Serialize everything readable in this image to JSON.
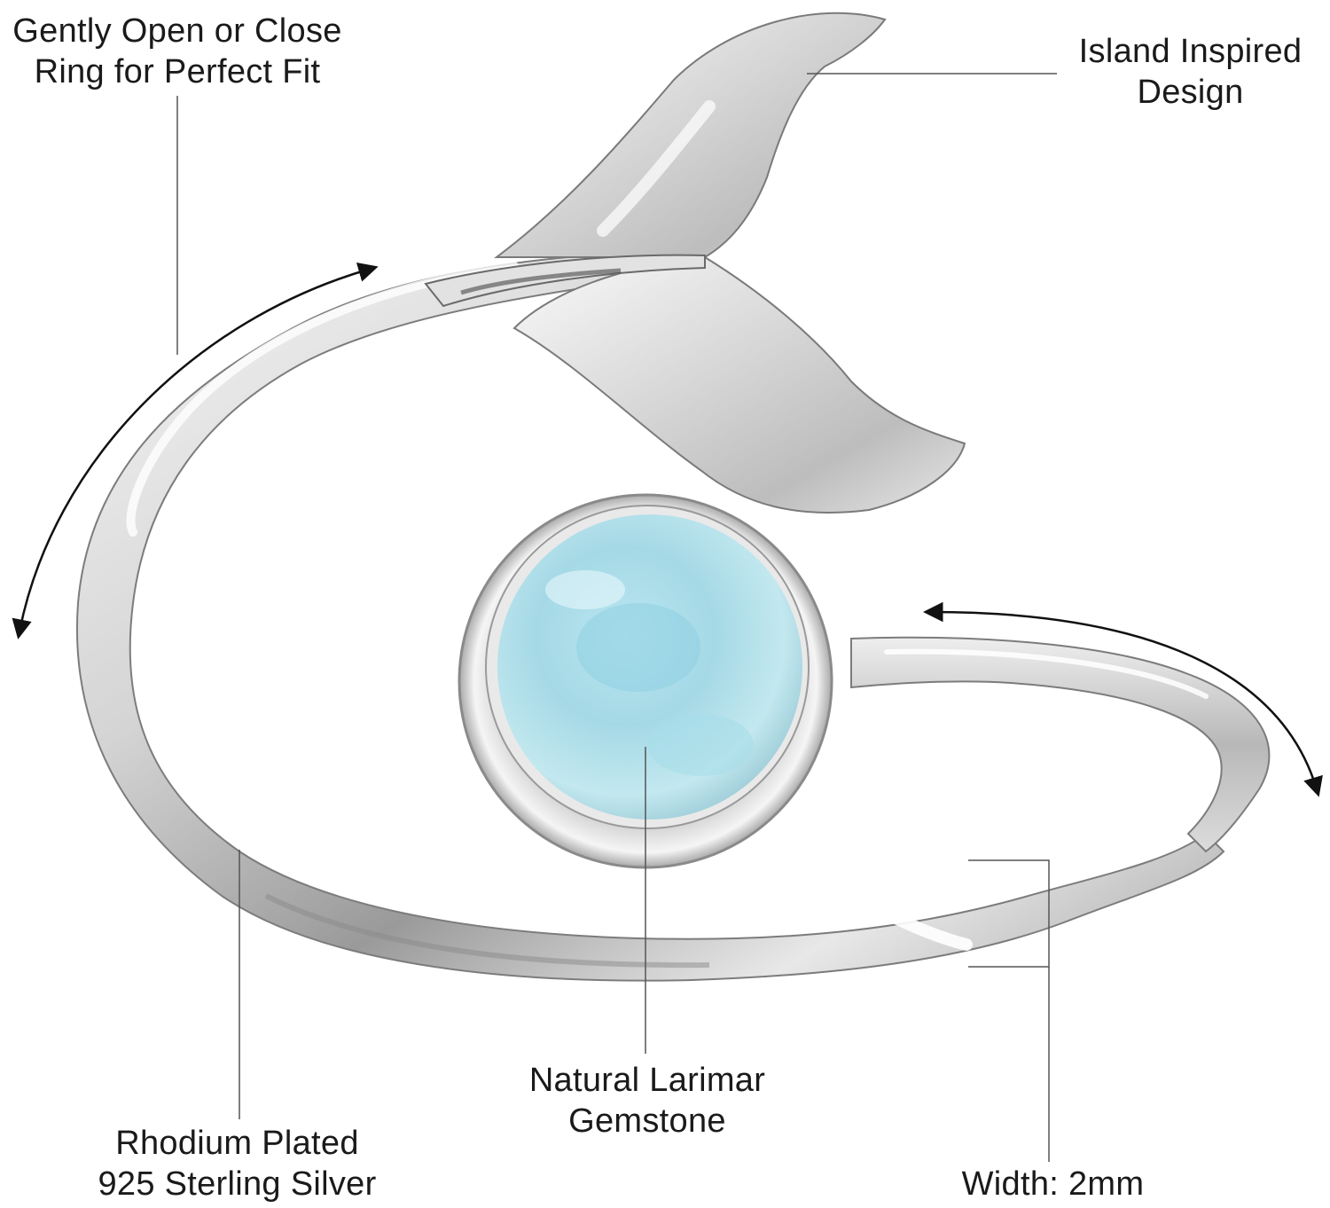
{
  "image": {
    "background": "#ffffff",
    "subject": "whale-tail-ring",
    "colors": {
      "silver_light": "#f4f4f4",
      "silver_mid": "#c9c9c9",
      "silver_dark": "#6f6f6f",
      "stone_light": "#cfeef5",
      "stone_mid": "#a7dbe8",
      "stone_dark": "#7cc4d8",
      "leader_line": "#555555",
      "arrow": "#111111",
      "text": "#1a1a1a"
    }
  },
  "callouts": {
    "fit": {
      "line1": "Gently Open or Close",
      "line2": "Ring for Perfect Fit"
    },
    "design": {
      "line1": "Island Inspired",
      "line2": "Design"
    },
    "gemstone": {
      "line1": "Natural Larimar",
      "line2": "Gemstone"
    },
    "silver": {
      "line1": "Rhodium Plated",
      "line2": "925 Sterling Silver"
    },
    "width": {
      "line1": "Width: 2mm"
    }
  }
}
